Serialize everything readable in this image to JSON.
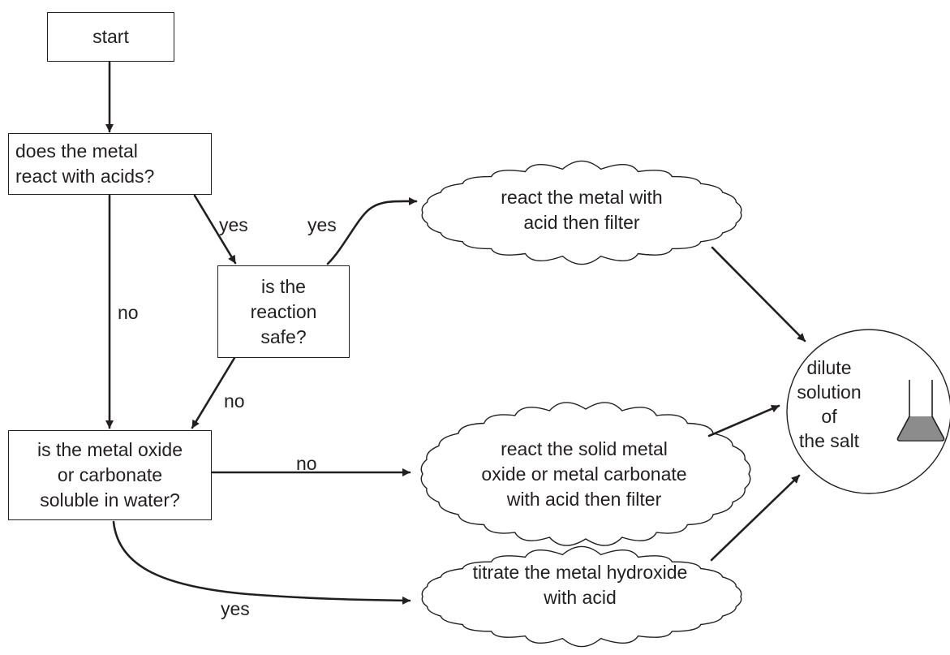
{
  "nodes": {
    "start": "start",
    "react_acids": "does the metal\nreact with acids?",
    "reaction_safe": "is the\nreaction\nsafe?",
    "oxide_soluble": "is the metal oxide\nor carbonate\nsoluble in water?",
    "react_metal": "react the metal with\nacid then filter",
    "react_solid": "react the solid metal\noxide or metal carbonate\nwith acid then filter",
    "titrate": "titrate the metal hydroxide\nwith acid",
    "dilute": "dilute\nsolution\nof\nthe salt"
  },
  "edges": {
    "acids_yes": "yes",
    "acids_no": "no",
    "safe_yes": "yes",
    "safe_no": "no",
    "soluble_no": "no",
    "soluble_yes": "yes"
  },
  "colors": {
    "ink": "#231f20",
    "liquid": "#8c8c8c"
  }
}
